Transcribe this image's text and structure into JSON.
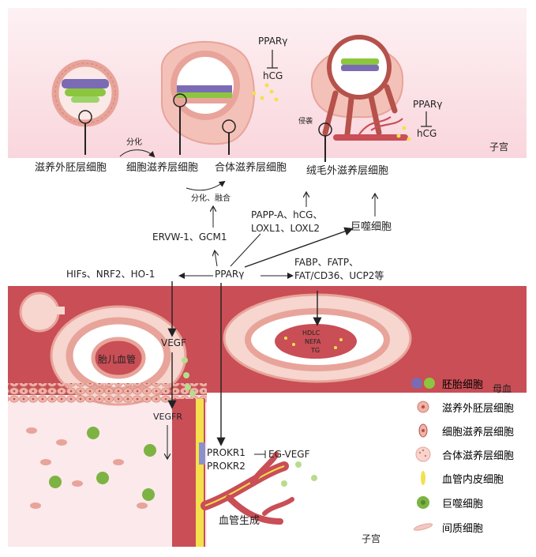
{
  "top_panel": {
    "uterus_label": "子宫",
    "pparg_top": "PPARγ",
    "hcg_top": "hCG",
    "pparg_right": "PPARγ",
    "hcg_right": "hCG",
    "invasion": "侵袭",
    "differentiation": "分化"
  },
  "cell_labels": {
    "trophectoderm": "滋养外胚层细胞",
    "cytotrophoblast": "细胞滋养层细胞",
    "syncytiotrophoblast": "合体滋养层细胞",
    "extravillous": "绒毛外滋养层细胞"
  },
  "middle": {
    "diff_fusion": "分化、融合",
    "erv_gcm": "ERVW-1、GCM1",
    "papp_line1": "PAPP-A、hCG、",
    "papp_line2": "LOXL1、LOXL2",
    "macrophage": "巨噬细胞",
    "fabp_line1": "FABP、FATP、",
    "fabp_line2": "FAT/CD36、UCP2等",
    "hifs": "HIFs、NRF2、HO-1",
    "pparg_center": "PPARγ"
  },
  "bottom_panel": {
    "vegf": "VEGF",
    "vegfr": "VEGFR",
    "fetal_vessel": "胎儿血管",
    "hdlc": "HDLC",
    "nefa": "NEFA",
    "tg": "TG",
    "maternal_blood": "母血",
    "prokr1": "PROKR1",
    "prokr2": "PROKR2",
    "eg_vegf": "EG-VEGF",
    "angiogenesis": "血管生成",
    "uterus_label": "子宫"
  },
  "legend": [
    {
      "icon": "embryonic-cell-icon",
      "label": "胚胎细胞"
    },
    {
      "icon": "trophectoderm-cell-icon",
      "label": "滋养外胚层细胞"
    },
    {
      "icon": "cytotrophoblast-cell-icon",
      "label": "细胞滋养层细胞"
    },
    {
      "icon": "syncytiotrophoblast-cell-icon",
      "label": "合体滋养层细胞"
    },
    {
      "icon": "endothelial-cell-icon",
      "label": "血管内皮细胞"
    },
    {
      "icon": "macrophage-cell-icon",
      "label": "巨噬细胞"
    },
    {
      "icon": "stromal-cell-icon",
      "label": "间质细胞"
    }
  ],
  "colors": {
    "top_bg": "#fbe4e8",
    "maternal_red": "#c94e56",
    "cell_pink": "#e8a49a",
    "embryo_purple": "#7b6bb5",
    "embryo_green": "#8cc63f",
    "endothelial_yellow": "#f4e04d",
    "macrophage_green": "#7cb342"
  }
}
